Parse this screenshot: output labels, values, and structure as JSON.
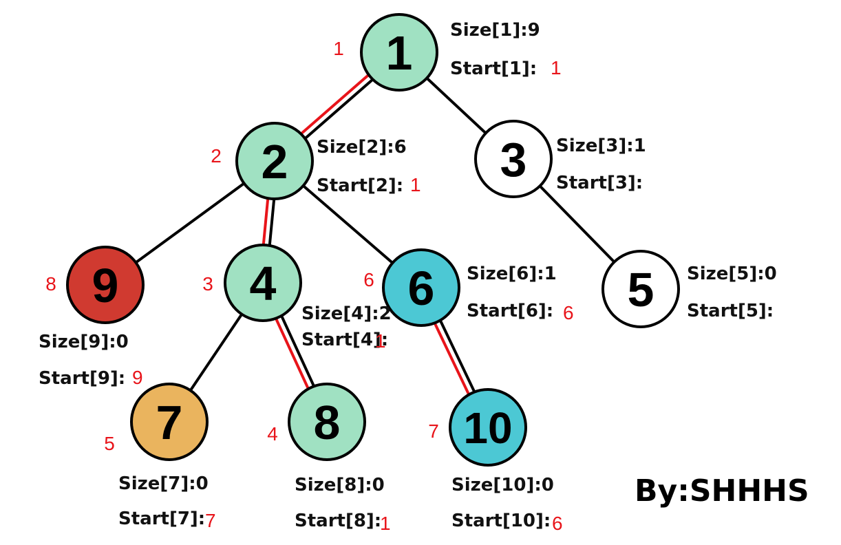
{
  "nodes": [
    {
      "id": "1",
      "fill": "#a0e1c2",
      "dfs": "1",
      "size_label": "Size[1]:9",
      "start_label": "Start[1]:",
      "start_value": "1"
    },
    {
      "id": "2",
      "fill": "#a0e1c2",
      "dfs": "2",
      "size_label": "Size[2]:6",
      "start_label": "Start[2]:",
      "start_value": "1"
    },
    {
      "id": "3",
      "fill": "#ffffff",
      "dfs": "",
      "size_label": "Size[3]:1",
      "start_label": "Start[3]:",
      "start_value": ""
    },
    {
      "id": "9",
      "fill": "#d03a30",
      "dfs": "8",
      "size_label": "Size[9]:0",
      "start_label": "Start[9]:",
      "start_value": "9"
    },
    {
      "id": "4",
      "fill": "#a0e1c2",
      "dfs": "3",
      "size_label": "Size[4]:2",
      "start_label": "Start[4]:",
      "start_value": "1"
    },
    {
      "id": "6",
      "fill": "#4cc8d4",
      "dfs": "6",
      "size_label": "Size[6]:1",
      "start_label": "Start[6]:",
      "start_value": "6"
    },
    {
      "id": "5",
      "fill": "#ffffff",
      "dfs": "",
      "size_label": "Size[5]:0",
      "start_label": "Start[5]:",
      "start_value": ""
    },
    {
      "id": "7",
      "fill": "#eab45e",
      "dfs": "5",
      "size_label": "Size[7]:0",
      "start_label": "Start[7]:",
      "start_value": "7"
    },
    {
      "id": "8",
      "fill": "#a0e1c2",
      "dfs": "4",
      "size_label": "Size[8]:0",
      "start_label": "Start[8]:",
      "start_value": "1"
    },
    {
      "id": "10",
      "fill": "#4cc8d4",
      "dfs": "7",
      "size_label": "Size[10]:0",
      "start_label": "Start[10]:",
      "start_value": "6"
    }
  ],
  "edges": [
    {
      "from": "1",
      "to": "2",
      "heavy": true
    },
    {
      "from": "1",
      "to": "3",
      "heavy": false
    },
    {
      "from": "2",
      "to": "9",
      "heavy": false
    },
    {
      "from": "2",
      "to": "4",
      "heavy": true
    },
    {
      "from": "2",
      "to": "6",
      "heavy": false
    },
    {
      "from": "3",
      "to": "5",
      "heavy": false
    },
    {
      "from": "4",
      "to": "7",
      "heavy": false
    },
    {
      "from": "4",
      "to": "8",
      "heavy": true
    },
    {
      "from": "6",
      "to": "10",
      "heavy": true
    }
  ],
  "colors": {
    "edge": "#000000",
    "heavy_edge": "#e8141a",
    "dfs_label": "#e8141a",
    "node_border": "#000000"
  },
  "signature": "By:SHHHS"
}
